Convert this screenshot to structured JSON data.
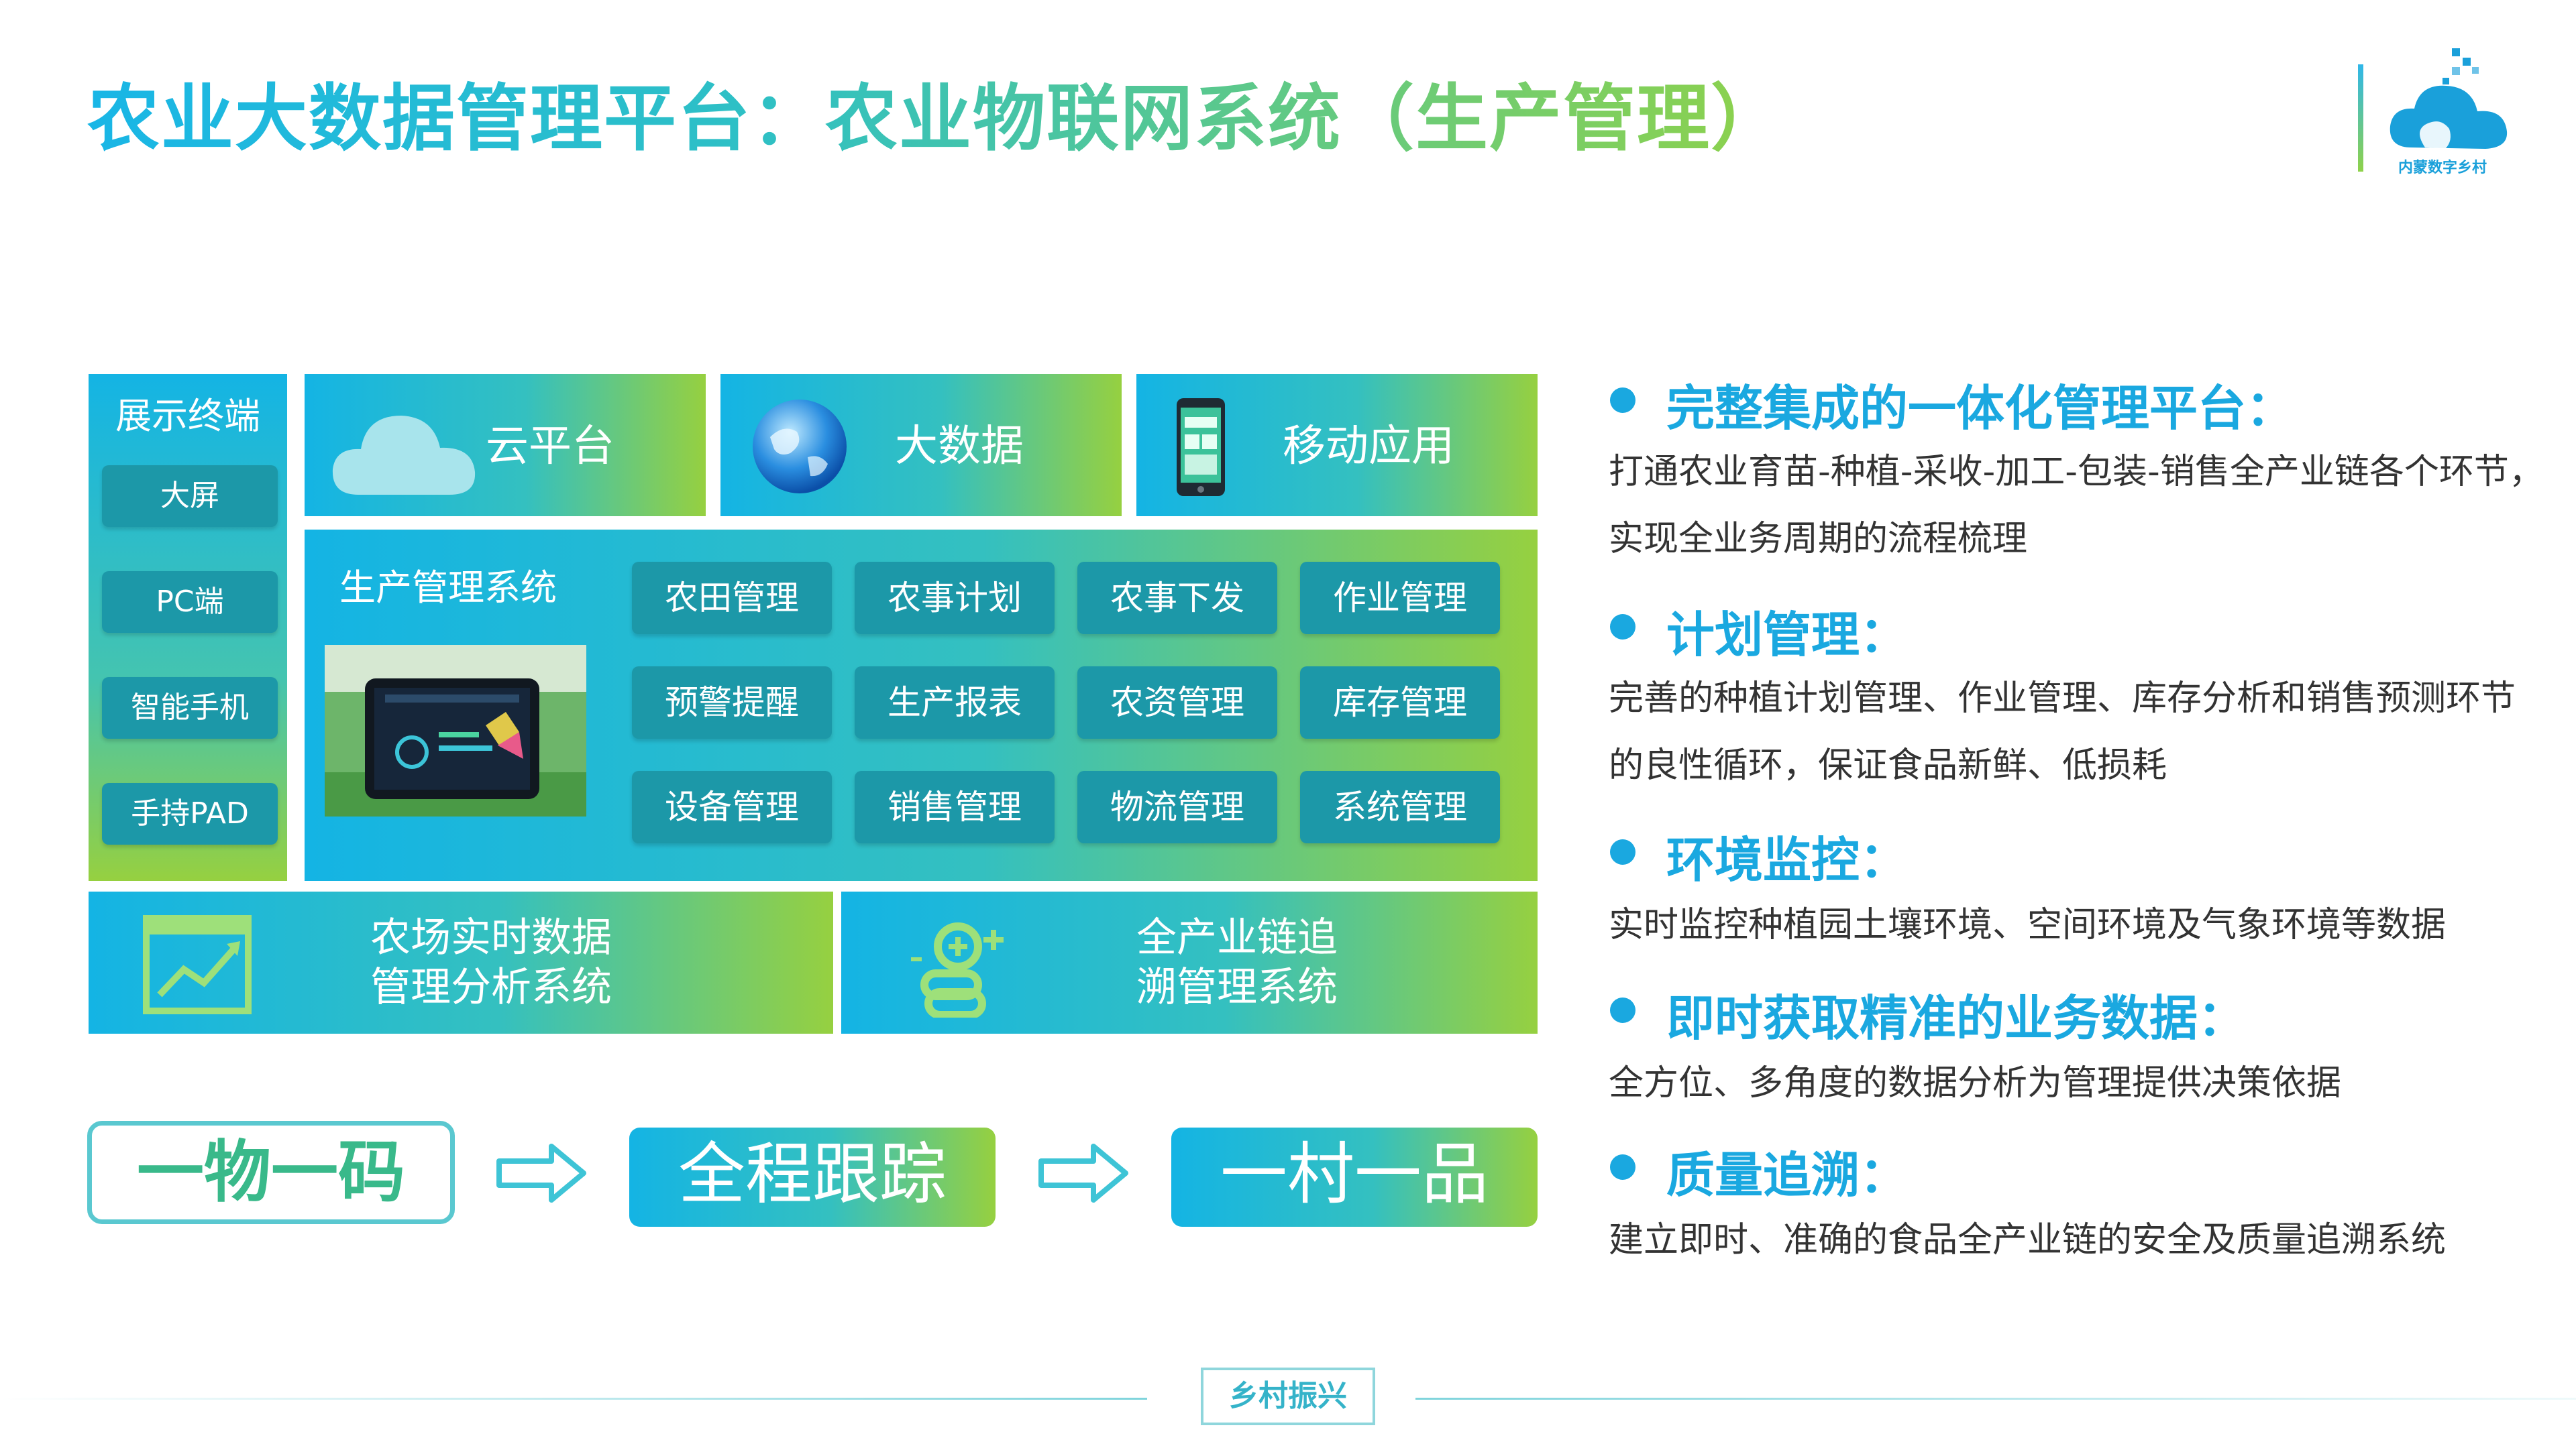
{
  "title": "农业大数据管理平台：农业物联网系统（生产管理）",
  "logo": {
    "text": "内蒙数字乡村"
  },
  "terminals": {
    "title": "展示终端",
    "items": [
      "大屏",
      "PC端",
      "智能手机",
      "手持PAD"
    ]
  },
  "top_boxes": [
    {
      "label": "云平台",
      "icon": "cloud-icon"
    },
    {
      "label": "大数据",
      "icon": "globe-icon"
    },
    {
      "label": "移动应用",
      "icon": "smartphone-icon"
    }
  ],
  "production": {
    "title": "生产管理系统",
    "modules": [
      "农田管理",
      "农事计划",
      "农事下发",
      "作业管理",
      "预警提醒",
      "生产报表",
      "农资管理",
      "库存管理",
      "设备管理",
      "销售管理",
      "物流管理",
      "系统管理"
    ]
  },
  "bottom_boxes": [
    {
      "line1": "农场实时数据",
      "line2": "管理分析系统",
      "icon": "chart-icon"
    },
    {
      "line1": "全产业链追",
      "line2": "溯管理系统",
      "icon": "chain-link-icon"
    }
  ],
  "flow": [
    "一物一码",
    "全程跟踪",
    "一村一品"
  ],
  "bullets": [
    {
      "heading": "完整集成的一体化管理平台：",
      "body": "打通农业育苗-种植-采收-加工-包装-销售全产业链各个环节，实现全业务周期的流程梳理"
    },
    {
      "heading": "计划管理：",
      "body": "完善的种植计划管理、作业管理、库存分析和销售预测环节的良性循环，保证食品新鲜、低损耗"
    },
    {
      "heading": "环境监控：",
      "body": "实时监控种植园土壤环境、空间环境及气象环境等数据"
    },
    {
      "heading": "即时获取精准的业务数据：",
      "body": "全方位、多角度的数据分析为管理提供决策依据"
    },
    {
      "heading": "质量追溯：",
      "body": "建立即时、准确的食品全产业链的安全及质量追溯系统"
    }
  ],
  "footer": {
    "badge": "乡村振兴"
  },
  "colors": {
    "accent_blue": "#1aa8e0",
    "accent_green": "#96d040",
    "module_teal": "#1c98a8"
  }
}
